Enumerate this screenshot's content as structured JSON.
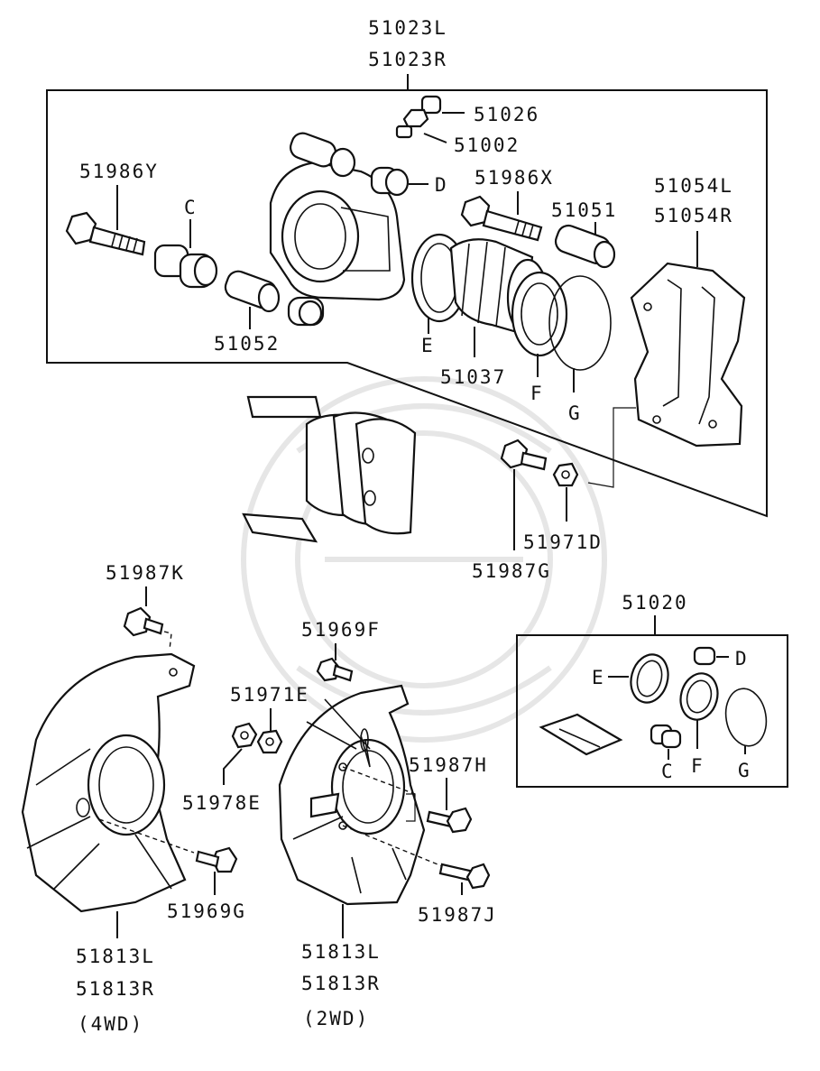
{
  "diagram_id": "3PR380",
  "labels": {
    "caliper_l": "51023L",
    "caliper_r": "51023R",
    "bleeder_cap": "51026",
    "bleeder_screw": "51002",
    "bolt_upper": "51986Y",
    "bolt_x": "51986X",
    "sleeve_51051": "51051",
    "bracket_l": "51054L",
    "bracket_r": "51054R",
    "sleeve_51052": "51052",
    "piston": "51037",
    "letter_c": "C",
    "letter_d": "D",
    "letter_e": "E",
    "letter_f": "F",
    "letter_g": "G",
    "bolt_51987g": "51987G",
    "washer_51971d": "51971D",
    "bolt_51987k": "51987K",
    "bolt_51969f": "51969F",
    "nut_51971e": "51971E",
    "nut_51978e": "51978E",
    "bolt_51987h": "51987H",
    "bolt_51987j": "51987J",
    "bolt_51969g": "51969G",
    "shield4_l": "51813L",
    "shield4_r": "51813R",
    "shield4_note": "(4WD)",
    "shield2_l": "51813L",
    "shield2_r": "51813R",
    "shield2_note": "(2WD)",
    "kit": "51020",
    "kit_d": "D",
    "kit_e": "E",
    "kit_c": "C",
    "kit_f": "F",
    "kit_g": "G"
  }
}
